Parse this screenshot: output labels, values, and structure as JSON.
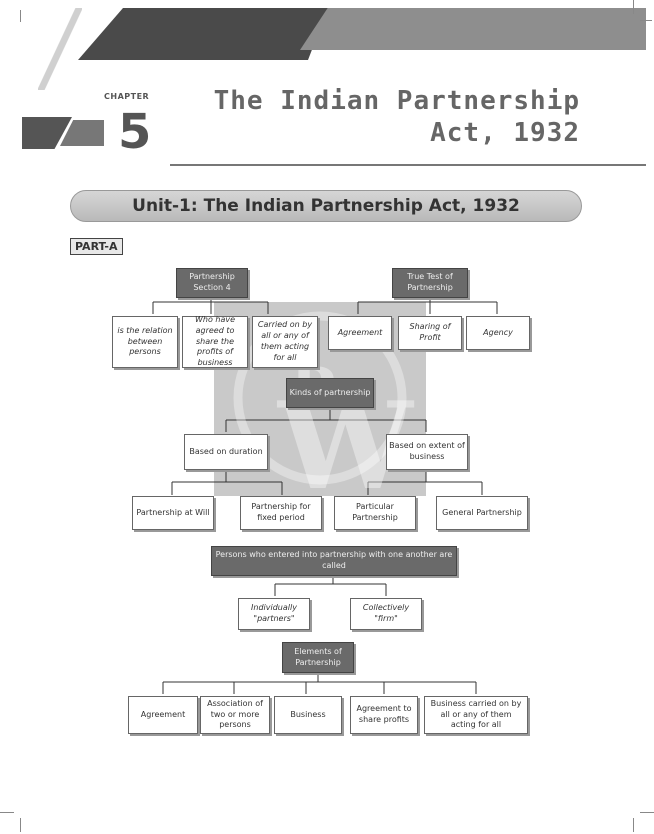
{
  "header": {
    "chapter_label": "CHAPTER",
    "chapter_number": "5",
    "title_line1": "The Indian Partnership",
    "title_line2": "Act, 1932"
  },
  "unit_title": "Unit-1: The Indian Partnership Act, 1932",
  "part_label": "PART-A",
  "diagram": {
    "partnership_section": "Partnership Section 4",
    "true_test": "True Test of Partnership",
    "section_items": [
      "is the relation between persons",
      "Who have agreed to share the profits of business",
      "Carried on by all or any of them acting for all"
    ],
    "test_items": [
      "Agreement",
      "Sharing of Profit",
      "Agency"
    ],
    "kinds": "Kinds of partnership",
    "based_duration": "Based on duration",
    "based_extent": "Based on extent of business",
    "kind_items": [
      "Partnership at Will",
      "Partnership for fixed period",
      "Particular Partnership",
      "General Partnership"
    ],
    "persons": "Persons who entered into partnership with one another are called",
    "persons_items": [
      "Individually \"partners\"",
      "Collectively \"firm\""
    ],
    "elements": "Elements of Partnership",
    "element_items": [
      "Agreement",
      "Association of two or more persons",
      "Business",
      "Agreement to share profits",
      "Business carried on by all or any of them acting for all"
    ]
  }
}
